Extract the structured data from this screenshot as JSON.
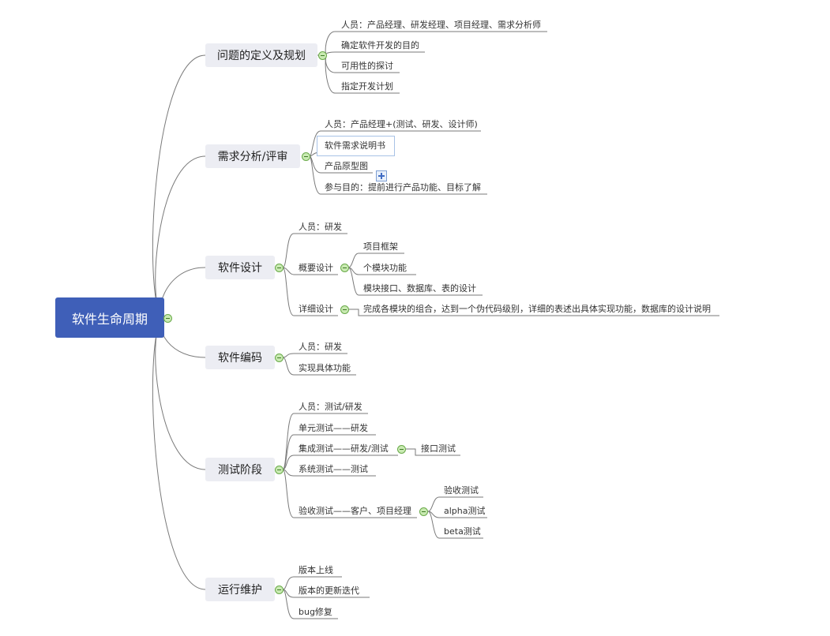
{
  "root": {
    "label": "软件生命周期"
  },
  "branches": [
    {
      "label": "问题的定义及规划",
      "items": [
        "人员：产品经理、研发经理、项目经理、需求分析师",
        "确定软件开发的目的",
        "可用性的探讨",
        "指定开发计划"
      ]
    },
    {
      "label": "需求分析/评审",
      "items": [
        "人员：产品经理+(测试、研发、设计师)",
        "软件需求说明书",
        "产品原型图",
        "参与目的：提前进行产品功能、目标了解"
      ]
    },
    {
      "label": "软件设计",
      "items": [
        "人员：研发",
        "概要设计",
        "详细设计"
      ],
      "outline_items": [
        "项目框架",
        "个模块功能",
        "模块接口、数据库、表的设计"
      ],
      "detail_item": "完成各模块的组合，达到一个伪代码级别，详细的表述出具体实现功能，数据库的设计说明"
    },
    {
      "label": "软件编码",
      "items": [
        "人员：研发",
        "实现具体功能"
      ]
    },
    {
      "label": "测试阶段",
      "items": [
        "人员：测试/研发",
        "单元测试——研发",
        "集成测试——研发/测试",
        "系统测试——测试",
        "验收测试——客户、项目经理"
      ],
      "integration_items": [
        "接口测试"
      ],
      "acceptance_items": [
        "验收测试",
        "alpha测试",
        "beta测试"
      ]
    },
    {
      "label": "运行维护",
      "items": [
        "版本上线",
        "版本的更新迭代",
        "bug修复"
      ]
    }
  ]
}
